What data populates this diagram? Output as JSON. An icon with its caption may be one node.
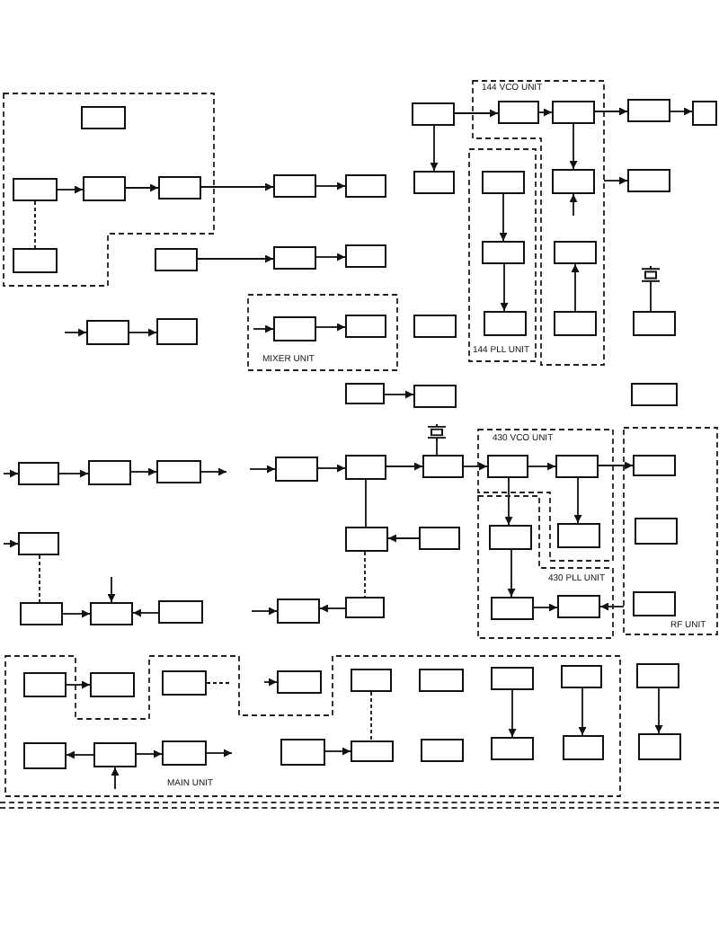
{
  "diagram": {
    "nodes": [
      {
        "text": [],
        "shape": "box"
      },
      {
        "text": [],
        "shape": "box",
        "in": 0
      },
      {
        "text": [],
        "shape": "box"
      },
      {
        "text": [
          "144 VCO UNIT"
        ]
      },
      {
        "text": [],
        "shape": "box",
        "in": 3
      },
      {
        "text": [],
        "shape": "box",
        "in": 3
      },
      {
        "text": [],
        "shape": "box"
      },
      {
        "text": [],
        "shape": "box"
      },
      {
        "text": [
          "144 PLL UNIT"
        ]
      },
      {
        "text": [],
        "shape": "box",
        "in": 0
      },
      {
        "text": [],
        "shape": "box",
        "in": 0
      },
      {
        "text": [],
        "shape": "box",
        "in": 0
      },
      {
        "text": [],
        "shape": "box"
      },
      {
        "text": [],
        "shape": "box"
      },
      {
        "text": [],
        "shape": "box"
      },
      {
        "text": [],
        "shape": "box",
        "in": 8
      },
      {
        "text": [],
        "shape": "box",
        "in": 3
      },
      {
        "text": [],
        "shape": "box"
      },
      {
        "text": [],
        "shape": "box",
        "in": 0
      },
      {
        "text": [],
        "shape": "box"
      },
      {
        "text": [],
        "shape": "box"
      },
      {
        "text": [],
        "shape": "box"
      },
      {
        "text": [],
        "shape": "box",
        "in": 8
      },
      {
        "text": [],
        "shape": "box",
        "in": 3
      },
      {
        "text": [],
        "shape": "crystal"
      },
      {
        "text": [
          "MIXER UNIT"
        ]
      },
      {
        "text": [],
        "shape": "box"
      },
      {
        "text": [],
        "shape": "box"
      },
      {
        "text": [],
        "shape": "box",
        "in": 25
      },
      {
        "text": [],
        "shape": "box",
        "in": 25
      },
      {
        "text": [],
        "shape": "box"
      },
      {
        "text": [],
        "shape": "box",
        "in": 8
      },
      {
        "text": [],
        "shape": "box",
        "in": 3
      },
      {
        "text": [],
        "shape": "box"
      },
      {
        "text": [],
        "shape": "box"
      },
      {
        "text": [],
        "shape": "box"
      },
      {
        "text": [],
        "shape": "box"
      },
      {
        "text": [
          "430 VCO UNIT"
        ]
      },
      {
        "text": [
          "RF UNIT"
        ]
      },
      {
        "text": [],
        "shape": "crystal"
      },
      {
        "text": [],
        "shape": "box"
      },
      {
        "text": [],
        "shape": "box"
      },
      {
        "text": [],
        "shape": "box"
      },
      {
        "text": [],
        "shape": "box"
      },
      {
        "text": [],
        "shape": "box"
      },
      {
        "text": [],
        "shape": "box"
      },
      {
        "text": [],
        "shape": "box",
        "in": 37
      },
      {
        "text": [],
        "shape": "box",
        "in": 37
      },
      {
        "text": [],
        "shape": "box",
        "in": 38
      },
      {
        "text": [
          "430 PLL UNIT"
        ]
      },
      {
        "text": [],
        "shape": "box"
      },
      {
        "text": [],
        "shape": "box"
      },
      {
        "text": [],
        "shape": "box"
      },
      {
        "text": [],
        "shape": "box",
        "in": 49
      },
      {
        "text": [],
        "shape": "box",
        "in": 37
      },
      {
        "text": [],
        "shape": "box",
        "in": 38
      },
      {
        "text": [],
        "shape": "box"
      },
      {
        "text": [],
        "shape": "box"
      },
      {
        "text": [],
        "shape": "box"
      },
      {
        "text": [],
        "shape": "box"
      },
      {
        "text": [],
        "shape": "box"
      },
      {
        "text": [],
        "shape": "box",
        "in": 49
      },
      {
        "text": [],
        "shape": "box",
        "in": 49
      },
      {
        "text": [],
        "shape": "box",
        "in": 38
      },
      {
        "text": [
          "MAIN UNIT"
        ]
      },
      {
        "text": [],
        "shape": "box",
        "in": 64
      },
      {
        "text": [],
        "shape": "box"
      },
      {
        "text": [],
        "shape": "box",
        "in": 64
      },
      {
        "text": [],
        "shape": "box"
      },
      {
        "text": [],
        "shape": "box",
        "in": 64
      },
      {
        "text": [],
        "shape": "box",
        "in": 64
      },
      {
        "text": [],
        "shape": "box",
        "in": 64
      },
      {
        "text": [],
        "shape": "box",
        "in": 64
      },
      {
        "text": [],
        "shape": "box"
      },
      {
        "text": [],
        "shape": "box",
        "in": 64
      },
      {
        "text": [],
        "shape": "box",
        "in": 64
      },
      {
        "text": [],
        "shape": "box",
        "in": 64
      },
      {
        "text": [],
        "shape": "box",
        "in": 64
      },
      {
        "text": [],
        "shape": "box",
        "in": 64
      },
      {
        "text": [],
        "shape": "box",
        "in": 64
      },
      {
        "text": [],
        "shape": "box",
        "in": 64
      },
      {
        "text": [],
        "shape": "box",
        "in": 64
      },
      {
        "text": [],
        "shape": "box"
      }
    ],
    "edges": [
      {
        "from": 9,
        "to": 10,
        "arrow": "to"
      },
      {
        "from": 10,
        "to": 11,
        "arrow": "to"
      },
      {
        "from": 11,
        "to": 12,
        "arrow": "to"
      },
      {
        "from": 12,
        "to": 13,
        "arrow": "to"
      },
      {
        "from": 9,
        "to": 18,
        "arrow": "none",
        "style": "dashed"
      },
      {
        "from": 2,
        "to": 4,
        "arrow": "to"
      },
      {
        "from": 4,
        "to": 5,
        "arrow": "to"
      },
      {
        "from": 5,
        "to": 6,
        "arrow": "to"
      },
      {
        "from": 6,
        "to": 7,
        "arrow": "to"
      },
      {
        "from": 2,
        "to": 14,
        "arrow": "to"
      },
      {
        "from": 5,
        "to": 16,
        "arrow": "to"
      },
      {
        "from": null,
        "to": 16,
        "arrow": "to"
      },
      {
        "from": 15,
        "to": 22,
        "arrow": "to"
      },
      {
        "from": 22,
        "to": 31,
        "arrow": "to"
      },
      {
        "from": 32,
        "to": 23,
        "arrow": "to"
      },
      {
        "from": 24,
        "to": 33,
        "arrow": "none"
      },
      {
        "from": 3,
        "to": 17,
        "arrow": "to"
      },
      {
        "from": 19,
        "to": 20,
        "arrow": "to"
      },
      {
        "from": 20,
        "to": 21,
        "arrow": "to"
      },
      {
        "from": null,
        "to": 26,
        "arrow": "to"
      },
      {
        "from": 26,
        "to": 27,
        "arrow": "to"
      },
      {
        "from": 28,
        "to": 29,
        "arrow": "to"
      },
      {
        "from": 34,
        "to": 35,
        "arrow": "to"
      },
      {
        "from": null,
        "to": 40,
        "arrow": "to"
      },
      {
        "from": 40,
        "to": 41,
        "arrow": "to"
      },
      {
        "from": 41,
        "to": 42,
        "arrow": "to"
      },
      {
        "from": 42,
        "to": null,
        "arrow": "to"
      },
      {
        "from": null,
        "to": 43,
        "arrow": "to"
      },
      {
        "from": 43,
        "to": 44,
        "arrow": "to"
      },
      {
        "from": 44,
        "to": 45,
        "arrow": "to"
      },
      {
        "from": 39,
        "to": 45,
        "arrow": "none"
      },
      {
        "from": 45,
        "to": 46,
        "arrow": "to"
      },
      {
        "from": 46,
        "to": 47,
        "arrow": "to"
      },
      {
        "from": 47,
        "to": 48,
        "arrow": "to"
      },
      {
        "from": 46,
        "to": 53,
        "arrow": "to"
      },
      {
        "from": 47,
        "to": 54,
        "arrow": "to"
      },
      {
        "from": 53,
        "to": 61,
        "arrow": "to"
      },
      {
        "from": 61,
        "to": 62,
        "arrow": "to"
      },
      {
        "from": 38,
        "to": 62,
        "arrow": "to"
      },
      {
        "from": 52,
        "to": 51,
        "arrow": "to"
      },
      {
        "from": null,
        "to": 50,
        "arrow": "to"
      },
      {
        "from": 50,
        "to": 56,
        "arrow": "none",
        "style": "dashed"
      },
      {
        "from": 56,
        "to": 57,
        "arrow": "to"
      },
      {
        "from": 58,
        "to": 57,
        "arrow": "to"
      },
      {
        "from": null,
        "to": 59,
        "arrow": "to"
      },
      {
        "from": 60,
        "to": 59,
        "arrow": "to"
      },
      {
        "from": 65,
        "to": 66,
        "arrow": "to"
      },
      {
        "from": 67,
        "to": null,
        "arrow": "none",
        "style": "dashed"
      },
      {
        "from": null,
        "to": 68,
        "arrow": "to"
      },
      {
        "from": 69,
        "to": 78,
        "arrow": "none",
        "style": "dashed"
      },
      {
        "from": 71,
        "to": 80,
        "arrow": "to"
      },
      {
        "from": 72,
        "to": 81,
        "arrow": "to"
      },
      {
        "from": 73,
        "to": 82,
        "arrow": "to"
      },
      {
        "from": 75,
        "to": 74,
        "arrow": "to"
      },
      {
        "from": 75,
        "to": 76,
        "arrow": "to"
      },
      {
        "from": null,
        "to": 75,
        "arrow": "to"
      },
      {
        "from": 76,
        "to": null,
        "arrow": "to"
      },
      {
        "from": 77,
        "to": 78,
        "arrow": "to"
      },
      {
        "from": null,
        "to": 28,
        "arrow": "to"
      },
      {
        "from": null,
        "to": 57,
        "arrow": "to"
      },
      {
        "from": 44,
        "to": 51,
        "arrow": "none"
      },
      {
        "from": 51,
        "to": 60,
        "arrow": "none",
        "style": "dashed"
      }
    ]
  }
}
